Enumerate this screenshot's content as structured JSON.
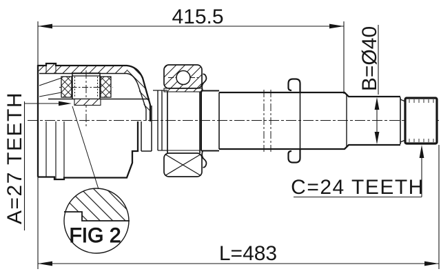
{
  "drawing": {
    "kind": "cv-joint-drive-shaft-technical-drawing",
    "background": "#ffffff",
    "line_color": "#161616",
    "labels": {
      "dim_top": "415.5",
      "dim_overall": "L=483",
      "spline_inner": "A=27 TEETH",
      "diameter": "B=Ø40",
      "spline_outer": "C=24 TEETH",
      "detail_figure": "FIG 2"
    }
  }
}
